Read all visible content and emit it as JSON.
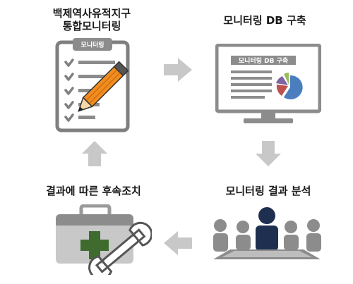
{
  "steps": [
    {
      "title_line1": "백제역사유적지구",
      "title_line2": "통합모니터링",
      "board_label": "모니터링"
    },
    {
      "title": "모니터링 DB 구축",
      "screen_label": "모니터링 DB 구축"
    },
    {
      "title": "모니터링 결과 분석"
    },
    {
      "title": "결과에 따른 후속조치"
    }
  ],
  "colors": {
    "gray": "#8c8c8c",
    "light_gray": "#c8c8c8",
    "navy": "#1f2f4f",
    "pencil_orange": "#f28c1e",
    "cross_green": "#3f6b2f",
    "pie_blue": "#4a7ebf",
    "pie_red": "#c0504d",
    "pie_purple": "#8064a2",
    "pie_green": "#9bbb59"
  },
  "icons": [
    "clipboard-checklist-icon",
    "pencil-icon",
    "monitor-chart-icon",
    "pie-chart-icon",
    "meeting-people-icon",
    "first-aid-kit-icon",
    "wrench-icon",
    "arrow-right-icon",
    "arrow-down-icon",
    "arrow-left-icon",
    "arrow-up-icon"
  ]
}
